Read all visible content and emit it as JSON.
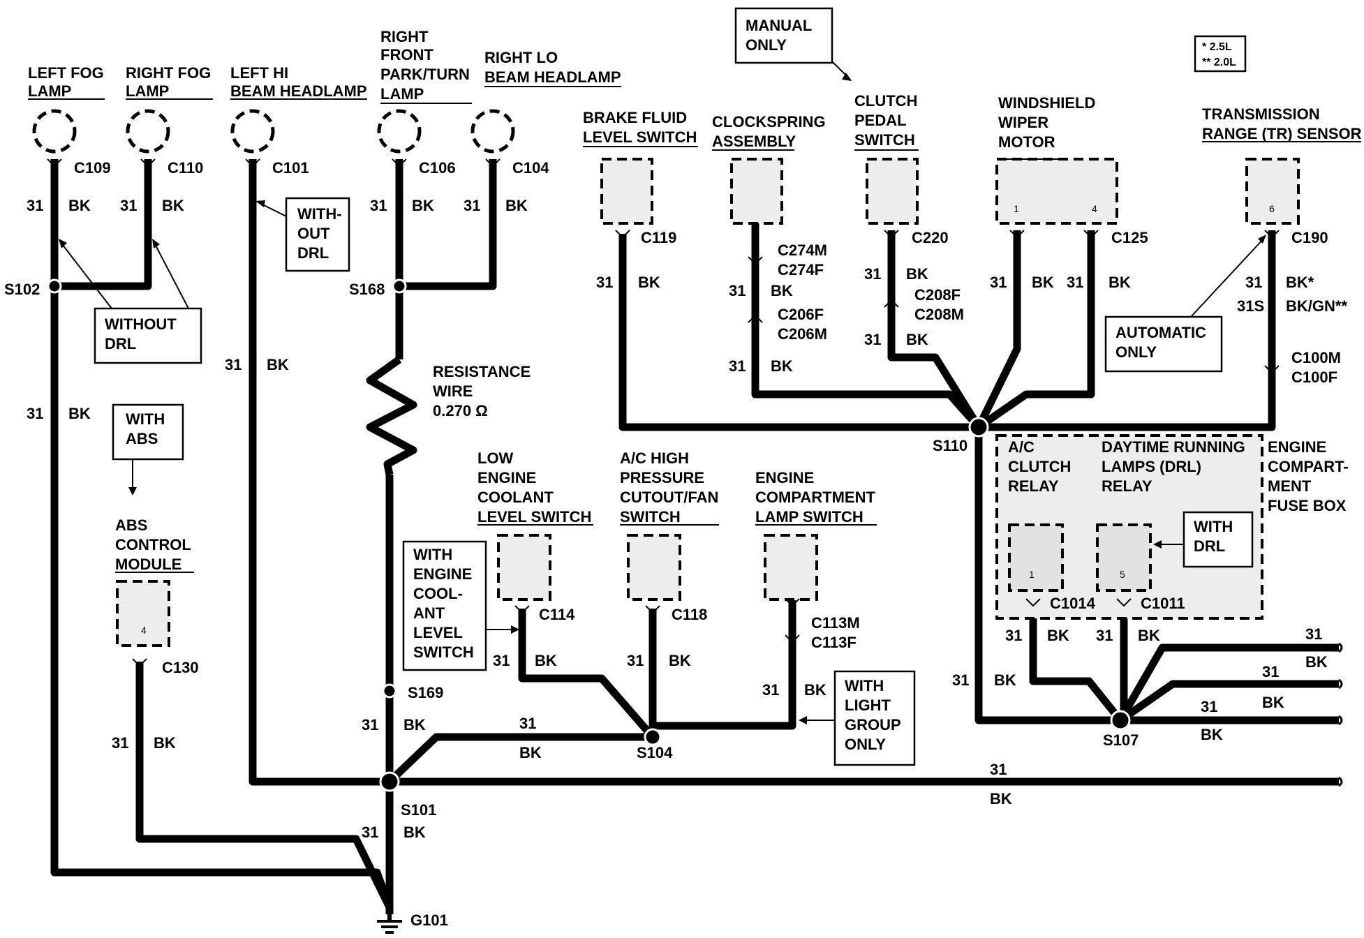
{
  "legend": {
    "line1": "* 2.5L",
    "line2": "** 2.0L"
  },
  "lamps": {
    "left_fog": [
      "LEFT FOG",
      "LAMP"
    ],
    "right_fog": [
      "RIGHT FOG",
      "LAMP"
    ],
    "left_hi": [
      "LEFT HI",
      "BEAM HEADLAMP"
    ],
    "right_front_park": [
      "RIGHT",
      "FRONT",
      "PARK/TURN",
      "LAMP"
    ],
    "right_lo": [
      "RIGHT LO",
      "BEAM HEADLAMP"
    ]
  },
  "components": {
    "brake_fluid": [
      "BRAKE FLUID",
      "LEVEL SWITCH"
    ],
    "clockspring": [
      "CLOCKSPRING",
      "ASSEMBLY"
    ],
    "clutch_pedal": [
      "CLUTCH",
      "PEDAL",
      "SWITCH"
    ],
    "wiper_motor": [
      "WINDSHIELD",
      "WIPER",
      "MOTOR"
    ],
    "tr_sensor": [
      "TRANSMISSION",
      "RANGE (TR) SENSOR"
    ],
    "abs_module": [
      "ABS",
      "CONTROL",
      "MODULE"
    ],
    "coolant_switch": [
      "LOW",
      "ENGINE",
      "COOLANT",
      "LEVEL SWITCH"
    ],
    "ac_pressure": [
      "A/C HIGH",
      "PRESSURE",
      "CUTOUT/FAN",
      "SWITCH"
    ],
    "ec_lamp_switch": [
      "ENGINE",
      "COMPARTMENT",
      "LAMP SWITCH"
    ],
    "ac_relay": [
      "A/C",
      "CLUTCH",
      "RELAY"
    ],
    "drl_relay": [
      "DAYTIME RUNNING",
      "LAMPS (DRL)",
      "RELAY"
    ],
    "fuse_box": [
      "ENGINE",
      "COMPART-",
      "MENT",
      "FUSE BOX"
    ]
  },
  "notes": {
    "manual_only": [
      "MANUAL",
      "ONLY"
    ],
    "without_drl_1": [
      "WITHOUT",
      "DRL"
    ],
    "without_drl_2": [
      "WITH-",
      "OUT",
      "DRL"
    ],
    "with_abs": [
      "WITH",
      "ABS"
    ],
    "automatic_only": [
      "AUTOMATIC",
      "ONLY"
    ],
    "with_drl": [
      "WITH",
      "DRL"
    ],
    "with_coolant": [
      "WITH",
      "ENGINE",
      "COOL-",
      "ANT",
      "LEVEL",
      "SWITCH"
    ],
    "with_light_group": [
      "WITH",
      "LIGHT",
      "GROUP",
      "ONLY"
    ],
    "resistance": [
      "RESISTANCE",
      "WIRE",
      "0.270 Ω"
    ]
  },
  "connectors": {
    "c109": "C109",
    "c110": "C110",
    "c101": "C101",
    "c106": "C106",
    "c104": "C104",
    "c119": "C119",
    "c274m": "C274M",
    "c274f": "C274F",
    "c206f": "C206F",
    "c206m": "C206M",
    "c220": "C220",
    "c208f": "C208F",
    "c208m": "C208M",
    "c125": "C125",
    "c190": "C190",
    "c100m": "C100M",
    "c100f": "C100F",
    "c130": "C130",
    "c114": "C114",
    "c118": "C118",
    "c113m": "C113M",
    "c113f": "C113F",
    "c1014": "C1014",
    "c1011": "C1011"
  },
  "splices": {
    "s102": "S102",
    "s168": "S168",
    "s110": "S110",
    "s169": "S169",
    "s104": "S104",
    "s107": "S107",
    "s101": "S101",
    "g101": "G101"
  },
  "pins": {
    "wiper_1": "1",
    "wiper_4": "4",
    "tr_6": "6",
    "abs_4": "4",
    "ac_1": "1",
    "drl_5": "5"
  },
  "wires": {
    "circuit": "31",
    "color": "BK",
    "circuit_s": "31S",
    "color_star": "BK*",
    "color_gn": "BK/GN**"
  }
}
